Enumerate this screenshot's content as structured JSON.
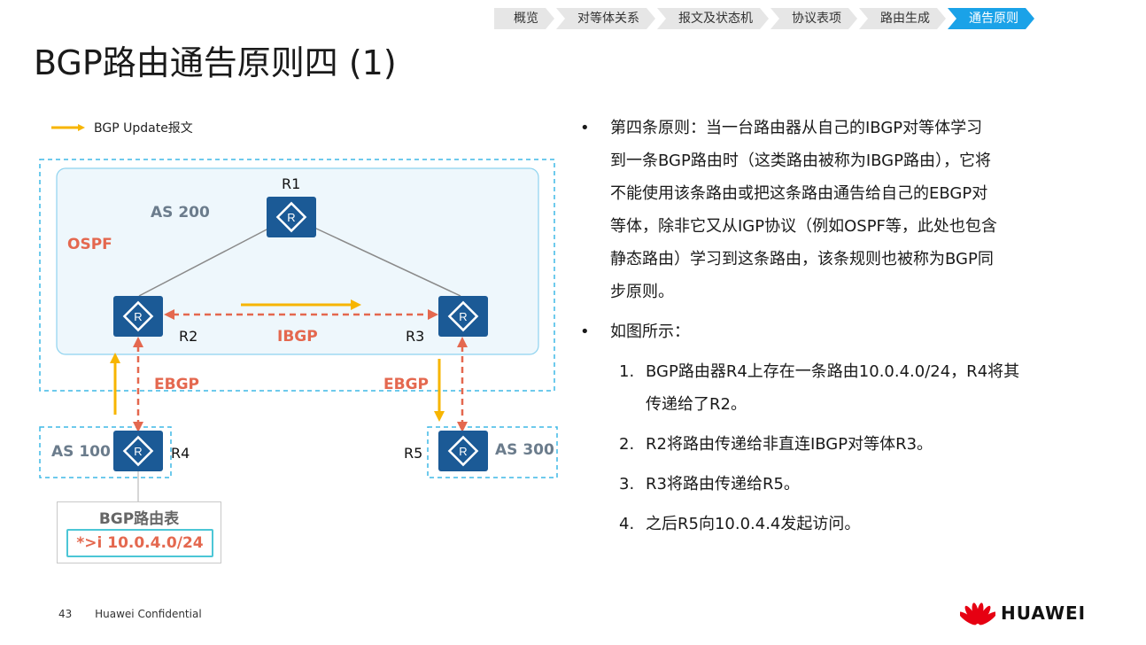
{
  "nav": [
    "概览",
    "对等体关系",
    "报文及状态机",
    "协议表项",
    "路由生成",
    "通告原则"
  ],
  "title": "BGP路由通告原则四 (1)",
  "legend": {
    "label": "BGP Update报文"
  },
  "diagram": {
    "routers": {
      "r1": "R1",
      "r2": "R2",
      "r3": "R3",
      "r4": "R4",
      "r5": "R5"
    },
    "router_symbol": "R",
    "as200": "AS 200",
    "as100": "AS 100",
    "as300": "AS 300",
    "ospf": "OSPF",
    "ibgp": "IBGP",
    "ebgp_left": "EBGP",
    "ebgp_right": "EBGP",
    "table": {
      "title": "BGP路由表",
      "entry": "*>i  10.0.4.0/24"
    },
    "colors": {
      "arrow": "#f7b500",
      "dashed_link": "#e4684f",
      "router": "#1b5a96",
      "as_border": "#3fb8e6",
      "area_fill": "#eef7fc"
    }
  },
  "text": {
    "bullet1": [
      "第四条原则：当一台路由器从自己的IBGP对等体学习",
      "到一条BGP路由时（这类路由被称为IBGP路由），它将",
      "不能使用该条路由或把这条路由通告给自己的EBGP对",
      "等体，除非它又从IGP协议（例如OSPF等，此处也包含",
      "静态路由）学习到这条路由，该条规则也被称为BGP同",
      "步原则。"
    ],
    "bullet2": "如图所示：",
    "items": [
      {
        "n": "1.",
        "lines": [
          "BGP路由器R4上存在一条路由10.0.4.0/24，R4将其",
          "传递给了R2。"
        ]
      },
      {
        "n": "2.",
        "lines": [
          "R2将路由传递给非直连IBGP对等体R3。"
        ]
      },
      {
        "n": "3.",
        "lines": [
          "R3将路由传递给R5。"
        ]
      },
      {
        "n": "4.",
        "lines": [
          "之后R5向10.0.4.4发起访问。"
        ]
      }
    ]
  },
  "footer": {
    "page": "43",
    "label": "Huawei Confidential"
  },
  "logo": {
    "text": "HUAWEI"
  }
}
